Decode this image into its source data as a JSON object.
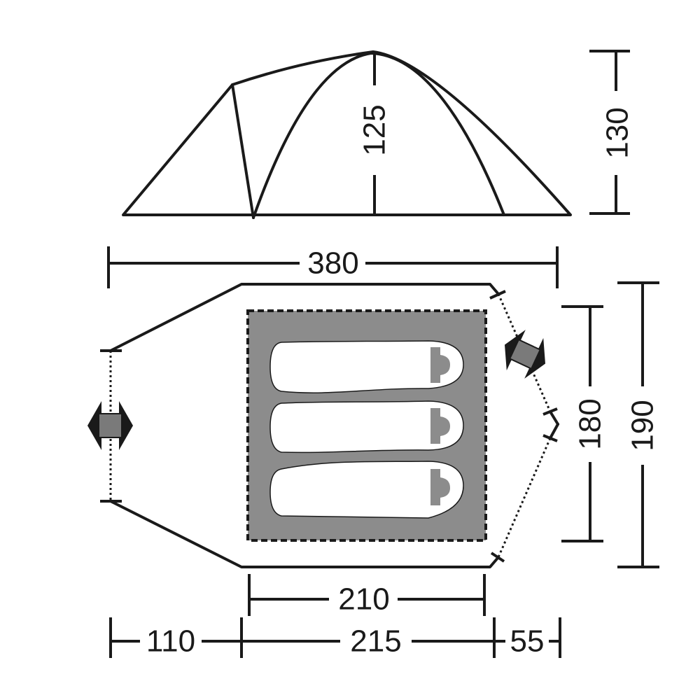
{
  "dimensions": {
    "inner_height": "125",
    "outer_height": "130",
    "total_length": "380",
    "inner_length": "210",
    "vestibule_front": "110",
    "body_length": "215",
    "vestibule_rear": "55",
    "inner_width": "180",
    "outer_width": "190"
  },
  "colors": {
    "line": "#1a1a1a",
    "floor": "#8c8c8c",
    "sleeping_bag": "#ffffff",
    "door_flap": "#7a7a7a"
  }
}
